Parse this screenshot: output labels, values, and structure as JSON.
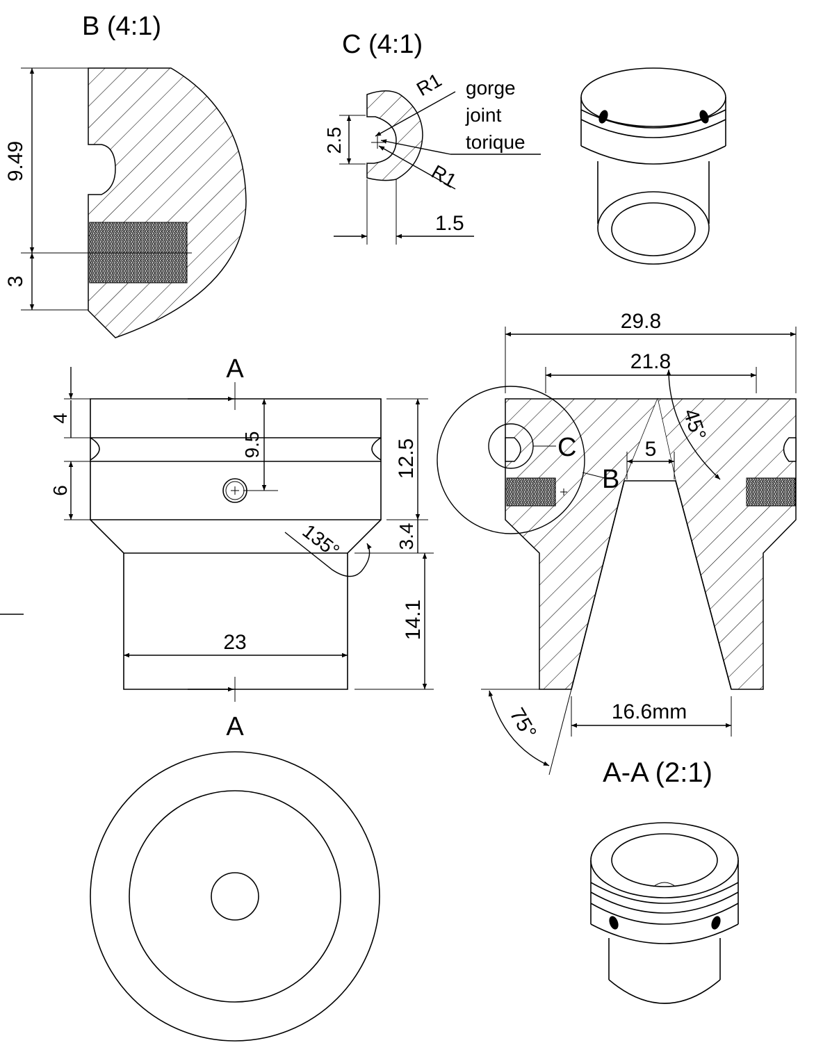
{
  "views": {
    "detail_b": {
      "title": "B (4:1)",
      "dim_height": "9.49",
      "dim_thread": "3"
    },
    "detail_c": {
      "title": "C (4:1)",
      "dim_r1_top": "R1",
      "dim_r1_bottom": "R1",
      "dim_height": "2.5",
      "dim_width": "1.5",
      "note_line1": "gorge",
      "note_line2": "joint",
      "note_line3": "torique"
    },
    "front": {
      "cut_label_top": "A",
      "cut_label_bottom": "A",
      "dim_4": "4",
      "dim_6": "6",
      "dim_9_5": "9.5",
      "dim_12_5": "12.5",
      "dim_3_4": "3.4",
      "dim_14_1": "14.1",
      "dim_23": "23",
      "angle_135": "135°"
    },
    "section": {
      "title": "A-A (2:1)",
      "dim_29_8": "29.8",
      "dim_21_8": "21.8",
      "dim_5": "5",
      "dim_16_6": "16.6mm",
      "angle_45": "45°",
      "angle_75": "75°",
      "detail_c_label": "C",
      "detail_b_label": "B"
    }
  },
  "colors": {
    "line": "#000000",
    "background": "#ffffff"
  }
}
